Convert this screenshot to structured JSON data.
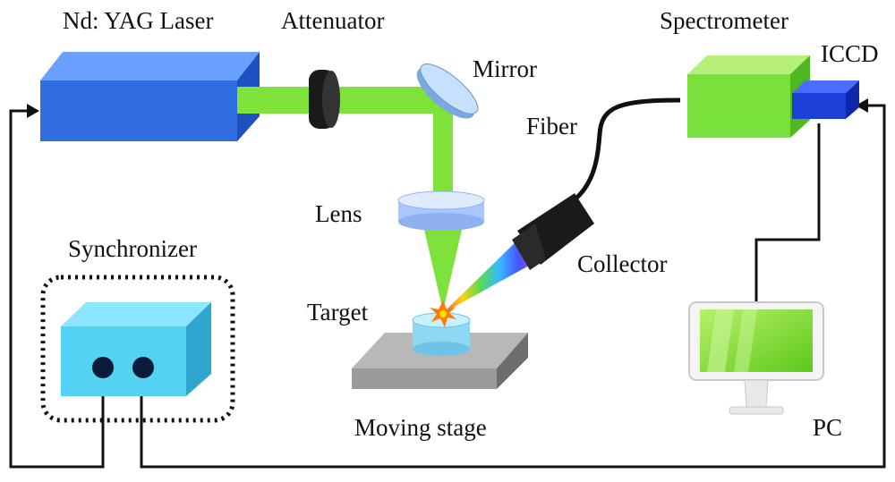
{
  "labels": {
    "laser": "Nd: YAG Laser",
    "attenuator": "Attenuator",
    "mirror": "Mirror",
    "spectrometer": "Spectrometer",
    "iccd": "ICCD",
    "fiber": "Fiber",
    "lens": "Lens",
    "synchronizer": "Synchronizer",
    "collector": "Collector",
    "target": "Target",
    "moving_stage": "Moving stage",
    "pc": "PC"
  },
  "colors": {
    "laser_body": "#2f6de0",
    "beam": "#7ee23a",
    "spectrometer": "#79e03c",
    "iccd": "#1c3fd8",
    "synchronizer": "#53d2f2",
    "monitor_screen": "#86df1f",
    "stage": "#9a9a9a",
    "target": "#8fd8f4",
    "wire": "#111111"
  }
}
